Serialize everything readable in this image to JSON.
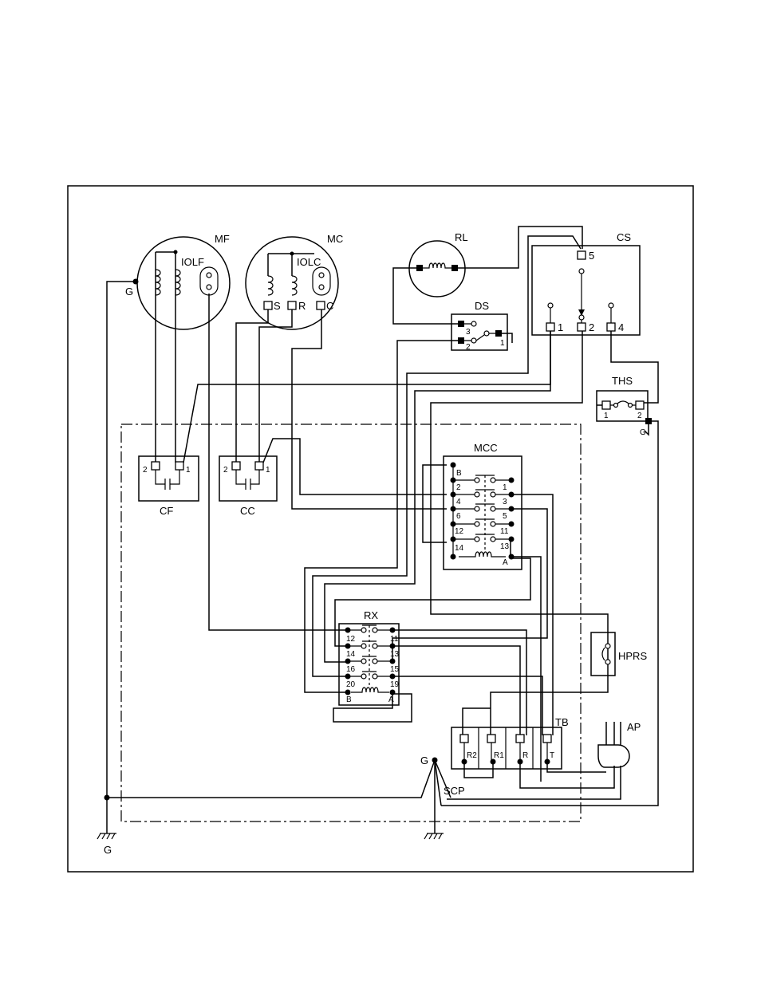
{
  "labels": {
    "mf": "MF",
    "mc": "MC",
    "iolf": "IOLF",
    "iolc": "IOLC",
    "rl": "RL",
    "cs": "CS",
    "ds": "DS",
    "ths": "THS",
    "mcc": "MCC",
    "rx": "RX",
    "hprs": "HPRS",
    "tb": "TB",
    "ap": "AP",
    "scp": "SCP",
    "cf": "CF",
    "cc": "CC",
    "g_left": "G",
    "g_ground": "G",
    "g_scp": "G",
    "g_ths": "G"
  },
  "mf_terminals": {},
  "mc_terminals": {
    "s": "S",
    "r": "R",
    "c": "C"
  },
  "cf_terminals": {
    "t2": "2",
    "t1": "1"
  },
  "cc_terminals": {
    "t2": "2",
    "t1": "1"
  },
  "ds_terminals": {
    "t3": "3",
    "t2": "2",
    "t1": "1"
  },
  "cs_terminals": {
    "t5": "5",
    "t1": "1",
    "t2": "2",
    "t4": "4"
  },
  "ths_terminals": {
    "t1": "1",
    "t2": "2"
  },
  "mcc_terminals": [
    "B",
    "1",
    "2",
    "3",
    "4",
    "5",
    "6",
    "11",
    "12",
    "13",
    "14",
    "A"
  ],
  "rx_terminals": [
    "12",
    "11",
    "14",
    "13",
    "16",
    "15",
    "20",
    "19",
    "B",
    "A"
  ],
  "tb_terminals": [
    "R2",
    "R1",
    "R",
    "T"
  ]
}
